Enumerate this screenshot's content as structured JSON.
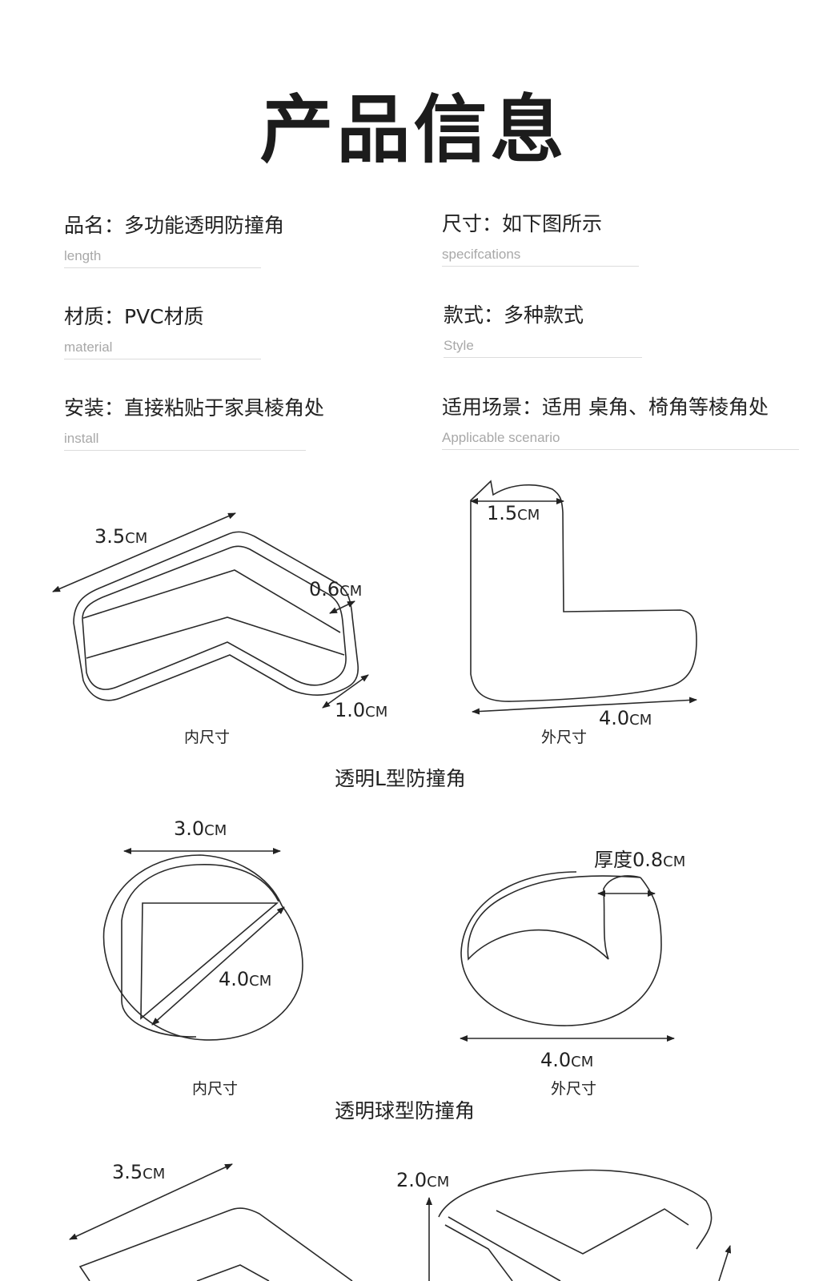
{
  "title": "产品信息",
  "specs": [
    {
      "cn": "品名：多功能透明防撞角",
      "en": "length"
    },
    {
      "cn": "尺寸：如下图所示",
      "en": "specifcations"
    },
    {
      "cn": "材质：PVC材质",
      "en": "material"
    },
    {
      "cn": "款式：多种款式",
      "en": "Style"
    },
    {
      "cn": "安装：直接粘贴于家具棱角处",
      "en": "install"
    },
    {
      "cn": "适用场景：适用 桌角、椅角等棱角处",
      "en": "Applicable scenario"
    }
  ],
  "products": [
    {
      "name": "透明L型防撞角",
      "inner_caption": "内尺寸",
      "outer_caption": "外尺寸",
      "dims": {
        "a": "3.5",
        "b": "0.6",
        "c": "1.0",
        "d": "1.5",
        "e": "4.0"
      }
    },
    {
      "name": "透明球型防撞角",
      "inner_caption": "内尺寸",
      "outer_caption": "外尺寸",
      "dims": {
        "a": "3.0",
        "b": "4.0",
        "c": "厚度0.8",
        "d": "4.0"
      }
    },
    {
      "dims": {
        "a": "3.5",
        "b": "2.0"
      }
    }
  ],
  "unit": "CM"
}
